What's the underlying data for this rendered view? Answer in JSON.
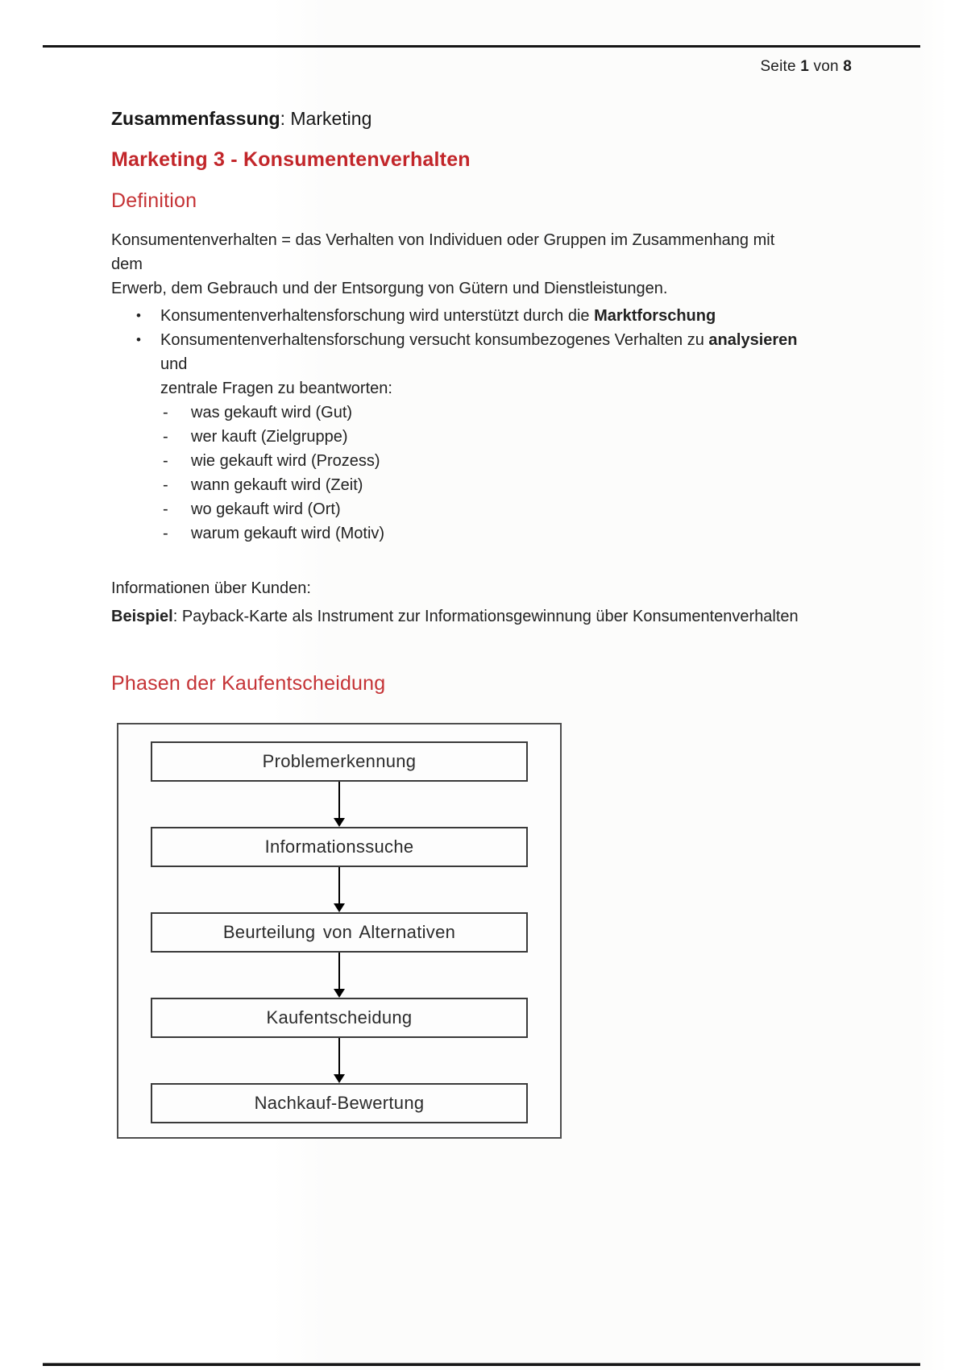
{
  "markers": {
    "bullet": "•",
    "dash": "-"
  },
  "header": {
    "pager": {
      "seite": "Seite ",
      "page_num": "1",
      "von": " von ",
      "page_total": "8"
    }
  },
  "doc": {
    "title_bold": "Zusammenfassung",
    "title_rest": ": Marketing",
    "main_heading": "Marketing 3 - Konsumentenverhalten"
  },
  "definition": {
    "heading": "Definition",
    "intro_line1": "Konsumentenverhalten = das Verhalten von Individuen oder Gruppen im Zusammenhang mit dem",
    "intro_line2": "Erwerb, dem Gebrauch und der Entsorgung von Gütern und Dienstleistungen.",
    "bullet1_pre": "Konsumentenverhaltensforschung wird unterstützt durch die ",
    "bullet1_bold": "Marktforschung",
    "bullet2_pre": "Konsumentenverhaltensforschung versucht konsumbezogenes Verhalten zu ",
    "bullet2_bold": "analysieren",
    "bullet2_post": " und",
    "bullet2_line2": "zentrale Fragen zu beantworten:",
    "questions": [
      "was gekauft wird (Gut)",
      "wer kauft (Zielgruppe)",
      "wie gekauft wird (Prozess)",
      "wann gekauft wird (Zeit)",
      "wo gekauft wird (Ort)",
      "warum gekauft wird (Motiv)"
    ]
  },
  "customer_info": {
    "line1": "Informationen über Kunden:",
    "line2_bold": "Beispiel",
    "line2_rest": ": Payback-Karte als Instrument zur Informationsgewinnung über Konsumentenverhalten"
  },
  "phases": {
    "heading": "Phasen der Kaufentscheidung",
    "steps": [
      "Problemerkennung",
      "Informationssuche",
      "Beurteilung von Alternativen",
      "Kaufentscheidung",
      "Nachkauf-Bewertung"
    ]
  },
  "colors": {
    "heading_red": "#c2262a",
    "text": "#1d1d1d"
  }
}
